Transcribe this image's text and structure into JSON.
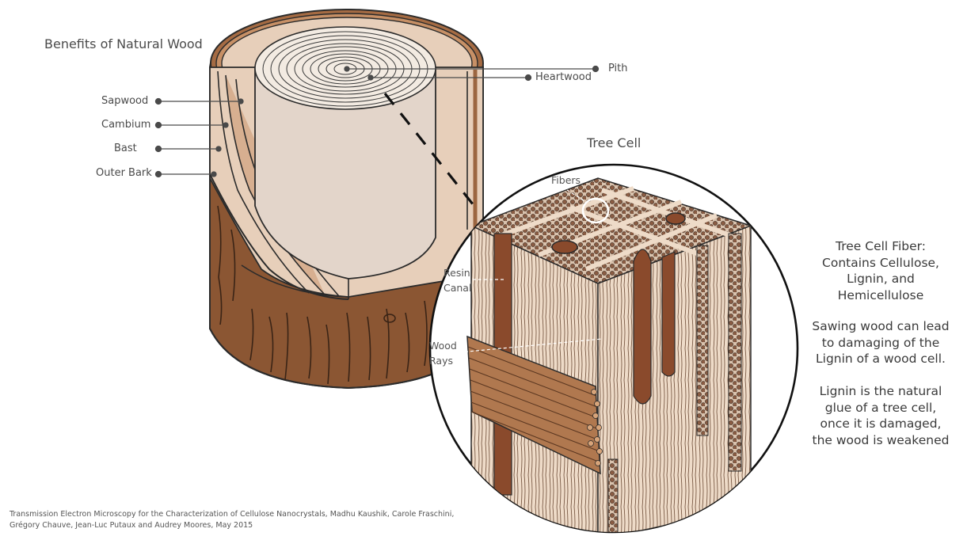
{
  "title": "Benefits of Natural Wood",
  "log_labels": {
    "sapwood": "Sapwood",
    "cambium": "Cambium",
    "bast": "Bast",
    "outer_bark": "Outer Bark",
    "pith": "Pith",
    "heartwood": "Heartwood"
  },
  "cell": {
    "title": "Tree Cell",
    "fibers": "Fibers",
    "resin_canal": [
      "Resin",
      "Canal"
    ],
    "wood_rays": [
      "Wood",
      "Rays"
    ]
  },
  "side_text": {
    "fiber_heading": [
      "Tree Cell Fiber:",
      "Contains Cellulose,",
      "Lignin, and",
      "Hemicellulose"
    ],
    "sawing": [
      "Sawing wood can lead",
      "to damaging of the",
      "Lignin of a wood cell."
    ],
    "lignin": [
      "Lignin is the natural",
      "glue of a tree cell,",
      "once it is damaged,",
      "the wood is weakened"
    ]
  },
  "citation": [
    "Transmission Electron Microscopy for the Characterization of Cellulose Nanocrystals, Madhu Kaushik, Carole Fraschini,",
    "Grégory Chauve, Jean-Luc Putaux and Audrey Moores, May 2015"
  ],
  "colors": {
    "bark_dark": "#8b5633",
    "bark_mid": "#9c6640",
    "sapwood": "#e7cfba",
    "heartwood_core": "#e3d5ca",
    "ring_top": "#f3ebe2",
    "fiber_light": "#eedbc8",
    "fiber_dark": "#8a4a2c",
    "outline": "#2b2b2b",
    "leader": "#4a4a4a"
  }
}
